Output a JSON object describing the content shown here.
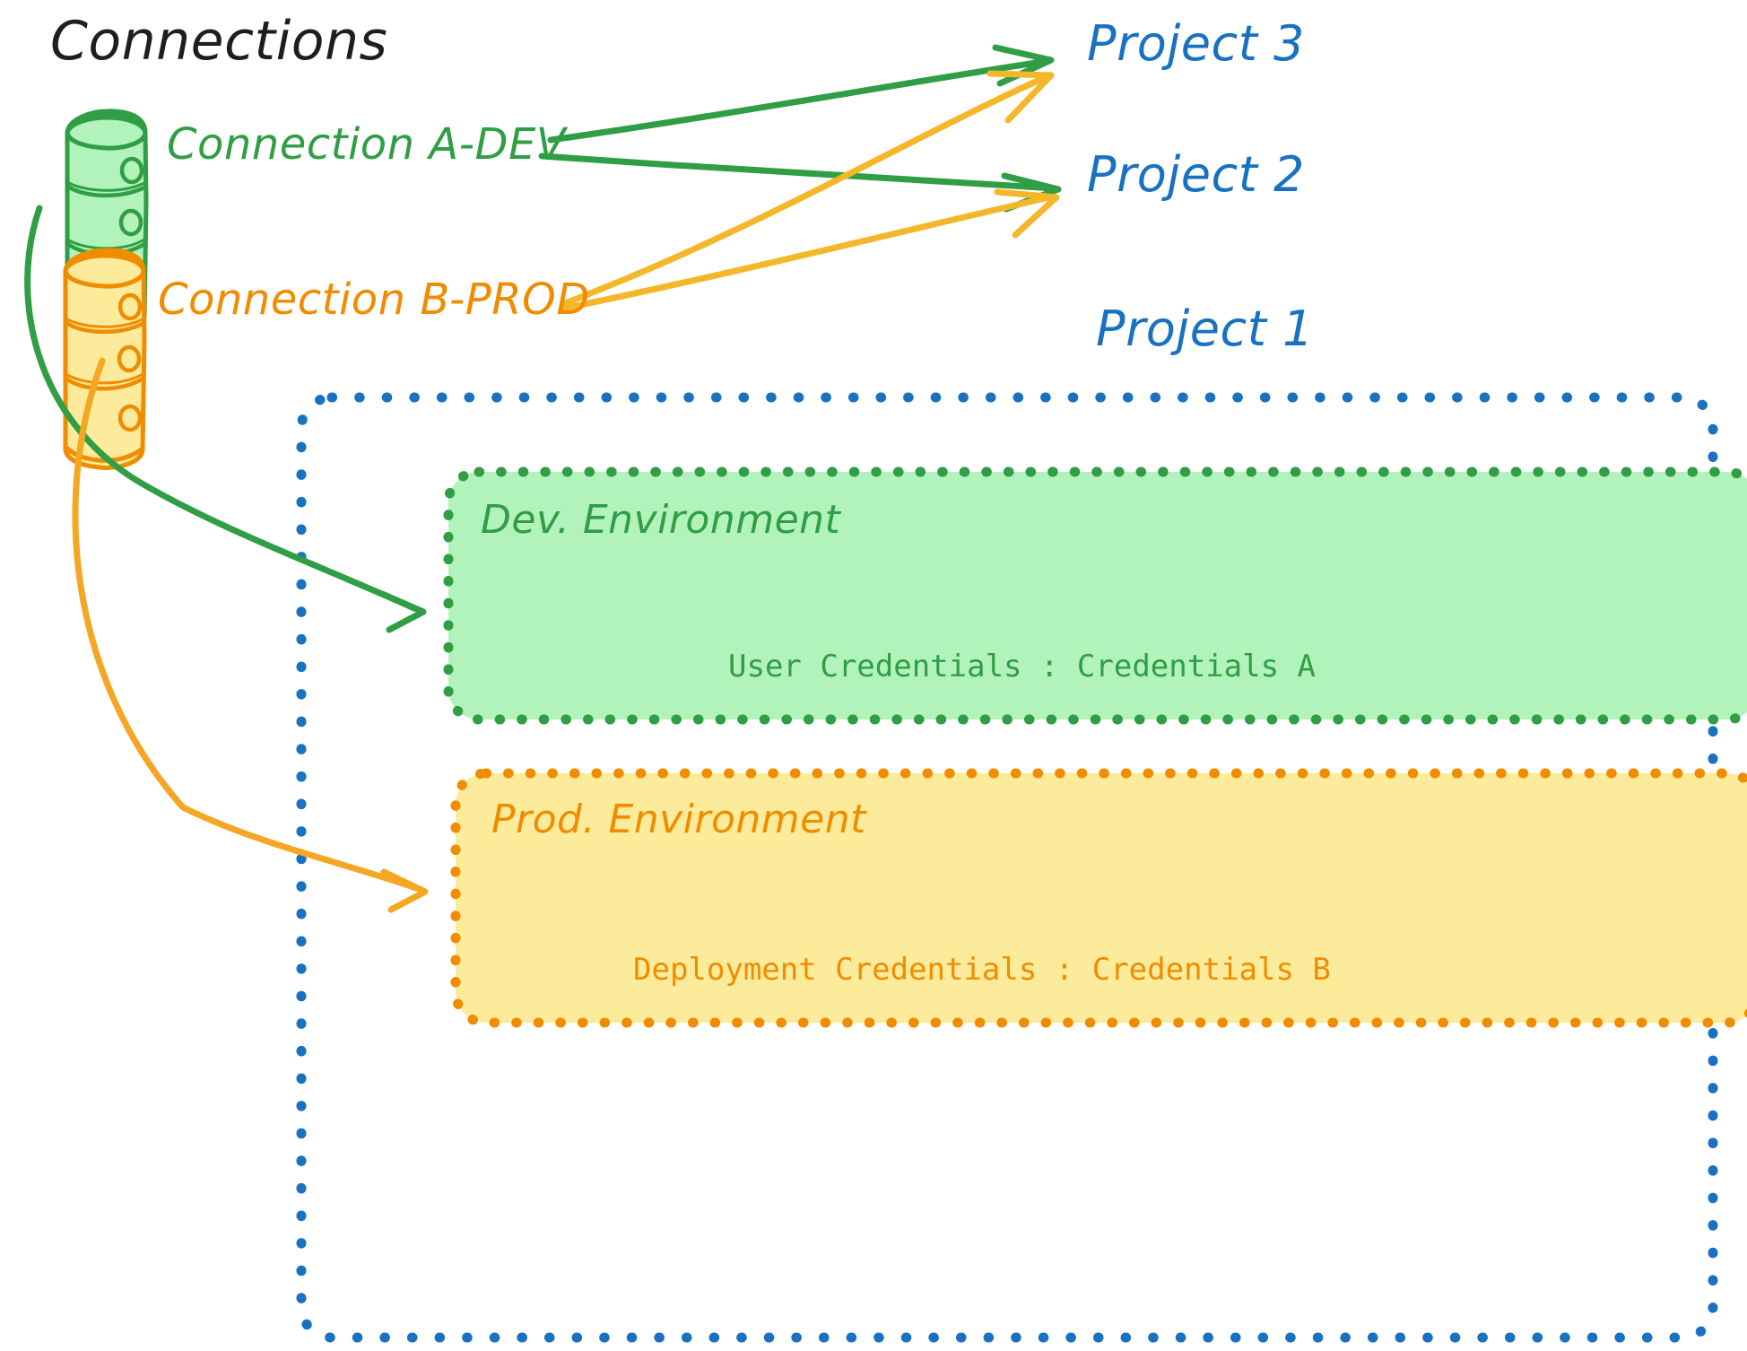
{
  "diagram": {
    "title": "Connections",
    "style": "hand-drawn",
    "background": "#ffffff"
  },
  "colors": {
    "text_dark": "#1e1e1e",
    "green_stroke": "#2f9e44",
    "green_fill": "#b2f2bb",
    "orange_stroke": "#f08c00",
    "orange_arrow": "#f5b72a",
    "yellow_fill": "#fceb9a",
    "blue": "#1971c2"
  },
  "connections": [
    {
      "id": "connection-a-dev",
      "label": "Connection A-DEV",
      "icon": "database-cylinder-icon",
      "color": "#2f9e44"
    },
    {
      "id": "connection-b-prod",
      "label": "Connection B-PROD",
      "icon": "database-cylinder-icon",
      "color": "#f08c00"
    }
  ],
  "projects": [
    {
      "id": "project-3",
      "label": "Project 3",
      "color": "#1971c2"
    },
    {
      "id": "project-2",
      "label": "Project 2",
      "color": "#1971c2"
    },
    {
      "id": "project-1",
      "label": "Project 1",
      "color": "#1971c2"
    }
  ],
  "project_1_container": {
    "label": "Project 1",
    "border": "dotted",
    "border_color": "#1971c2",
    "environments": [
      {
        "id": "dev-environment",
        "title": "Dev. Environment",
        "credentials_label": "User Credentials",
        "credentials_separator": ":",
        "credentials_value": "Credentials A",
        "credentials_line": "User Credentials : Credentials A",
        "fill": "#b2f2bb",
        "stroke": "#2f9e44"
      },
      {
        "id": "prod-environment",
        "title": "Prod. Environment",
        "credentials_label": "Deployment Credentials",
        "credentials_separator": ":",
        "credentials_value": "Credentials B",
        "credentials_line": "Deployment Credentials : Credentials B",
        "fill": "#fceb9a",
        "stroke": "#f08c00"
      }
    ]
  },
  "edges": [
    {
      "id": "a-dev-to-project-3",
      "from": "connection-a-dev",
      "to": "project-3",
      "color": "#2f9e44",
      "shape": "straight"
    },
    {
      "id": "a-dev-to-project-2",
      "from": "connection-a-dev",
      "to": "project-2",
      "color": "#2f9e44",
      "shape": "straight"
    },
    {
      "id": "a-dev-to-dev-environment",
      "from": "connection-a-dev",
      "to": "dev-environment",
      "color": "#2f9e44",
      "shape": "curved"
    },
    {
      "id": "b-prod-to-project-3",
      "from": "connection-b-prod",
      "to": "project-3",
      "color": "#f5b72a",
      "shape": "straight"
    },
    {
      "id": "b-prod-to-project-2",
      "from": "connection-b-prod",
      "to": "project-2",
      "color": "#f5b72a",
      "shape": "straight"
    },
    {
      "id": "b-prod-to-prod-environment",
      "from": "connection-b-prod",
      "to": "prod-environment",
      "color": "#f5a623",
      "shape": "curved"
    }
  ]
}
